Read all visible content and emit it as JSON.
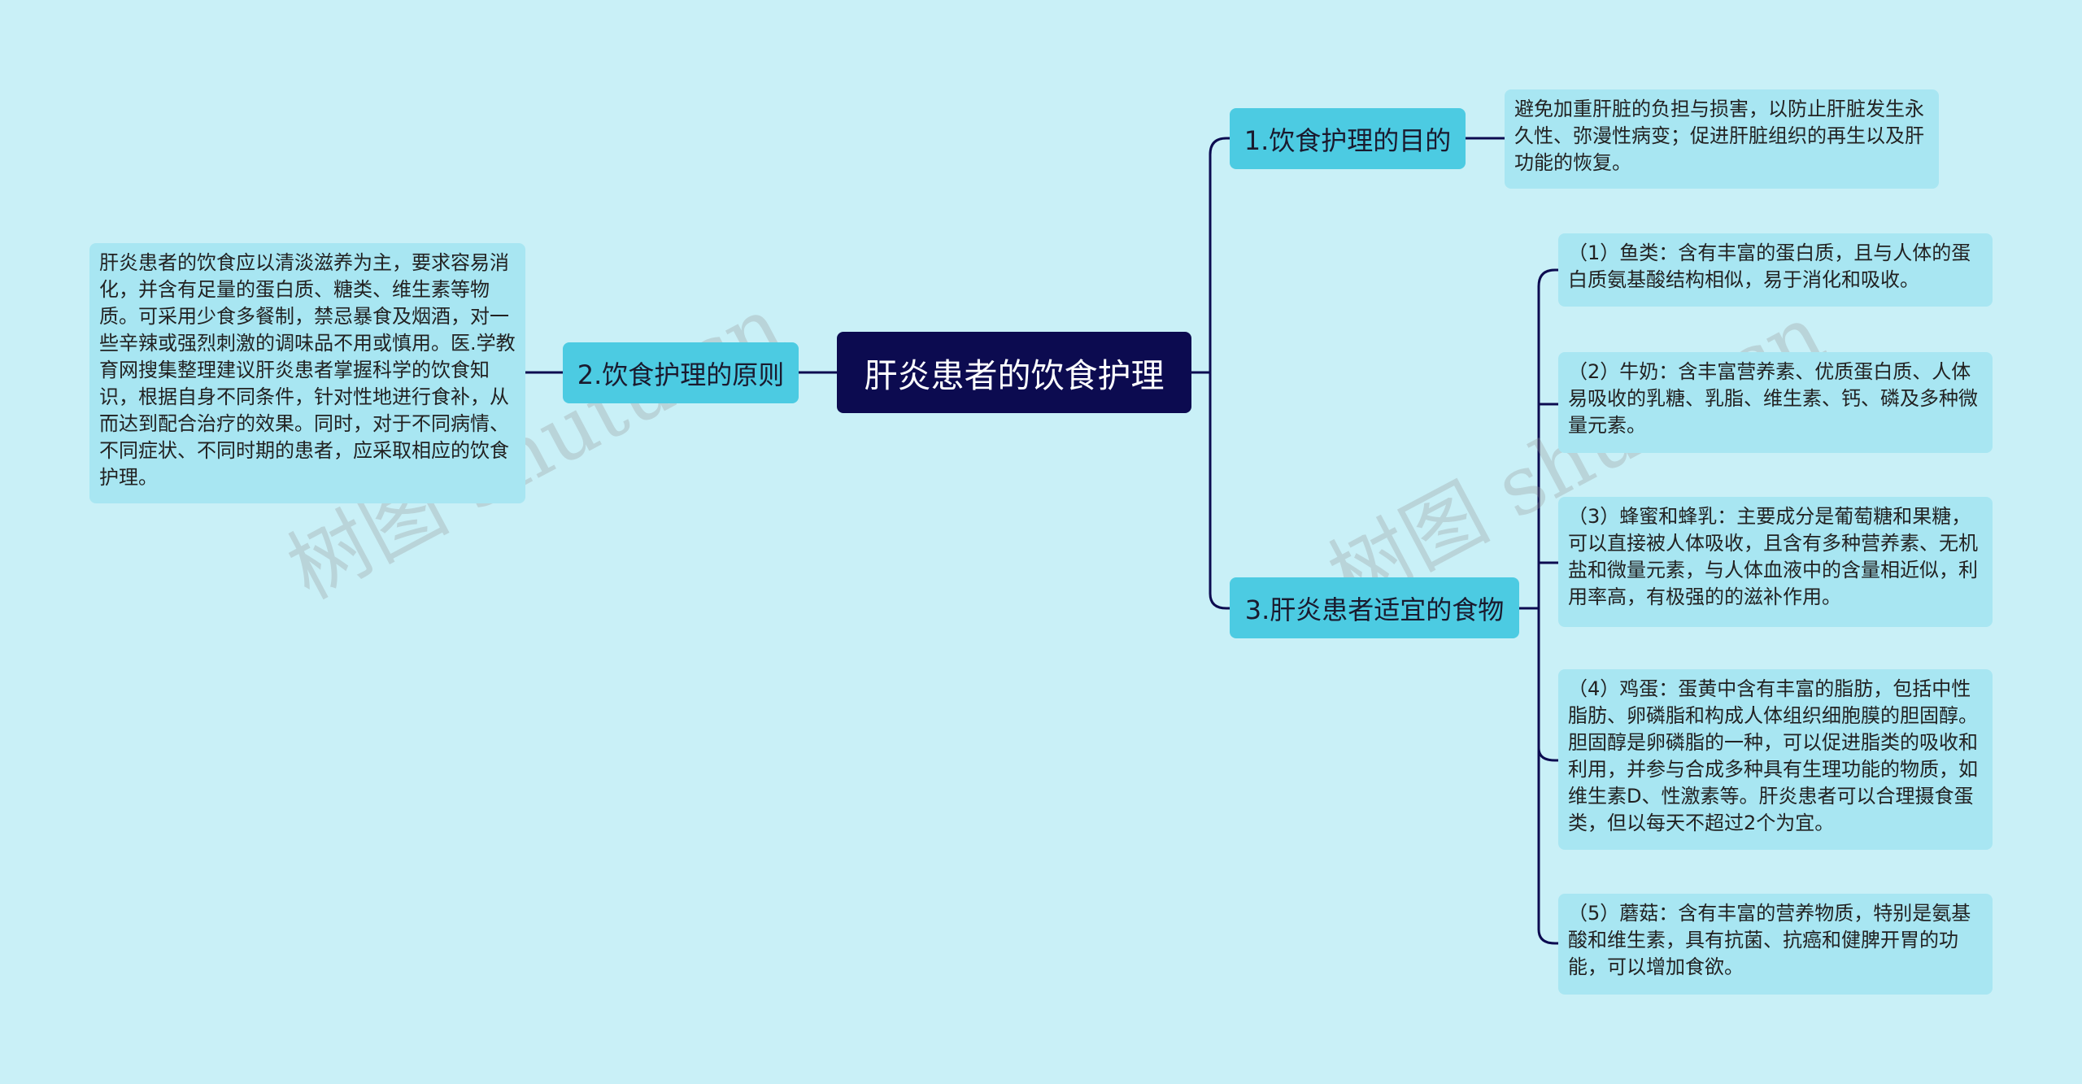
{
  "colors": {
    "background": "#c9f0f7",
    "root_fill": "#0c0b50",
    "branch_fill": "#4ccbe2",
    "leaf_fill": "#a8e6f2",
    "connector": "#0c0b50"
  },
  "root": {
    "label": "肝炎患者的饮食护理"
  },
  "branches": [
    {
      "label": "1.饮食护理的目的",
      "leaves": [
        "避免加重肝脏的负担与损害，以防止肝脏发生永久性、弥漫性病变；促进肝脏组织的再生以及肝功能的恢复。"
      ]
    },
    {
      "label": "2.饮食护理的原则",
      "leaves": [
        "肝炎患者的饮食应以清淡滋养为主，要求容易消化，并含有足量的蛋白质、糖类、维生素等物质。可采用少食多餐制，禁忌暴食及烟酒，对一些辛辣或强烈刺激的调味品不用或慎用。医.学教育网搜集整理建议肝炎患者掌握科学的饮食知识，根据自身不同条件，针对性地进行食补，从而达到配合治疗的效果。同时，对于不同病情、不同症状、不同时期的患者，应采取相应的饮食护理。"
      ]
    },
    {
      "label": "3.肝炎患者适宜的食物",
      "leaves": [
        "（1）鱼类：含有丰富的蛋白质，且与人体的蛋白质氨基酸结构相似，易于消化和吸收。",
        "（2）牛奶：含丰富营养素、优质蛋白质、人体易吸收的乳糖、乳脂、维生素、钙、磷及多种微量元素。",
        "（3）蜂蜜和蜂乳：主要成分是葡萄糖和果糖，可以直接被人体吸收，且含有多种营养素、无机盐和微量元素，与人体血液中的含量相近似，利用率高，有极强的的滋补作用。",
        "（4）鸡蛋：蛋黄中含有丰富的脂肪，包括中性脂肪、卵磷脂和构成人体组织细胞膜的胆固醇。胆固醇是卵磷脂的一种，可以促进脂类的吸收和利用，并参与合成多种具有生理功能的物质，如维生素D、性激素等。肝炎患者可以合理摄食蛋类，但以每天不超过2个为宜。",
        "（5）蘑菇：含有丰富的营养物质，特别是氨基酸和维生素，具有抗菌、抗癌和健脾开胃的功能，可以增加食欲。"
      ]
    }
  ],
  "watermarks": [
    "树图 shutu.cn",
    "树图 shutu.cn"
  ]
}
